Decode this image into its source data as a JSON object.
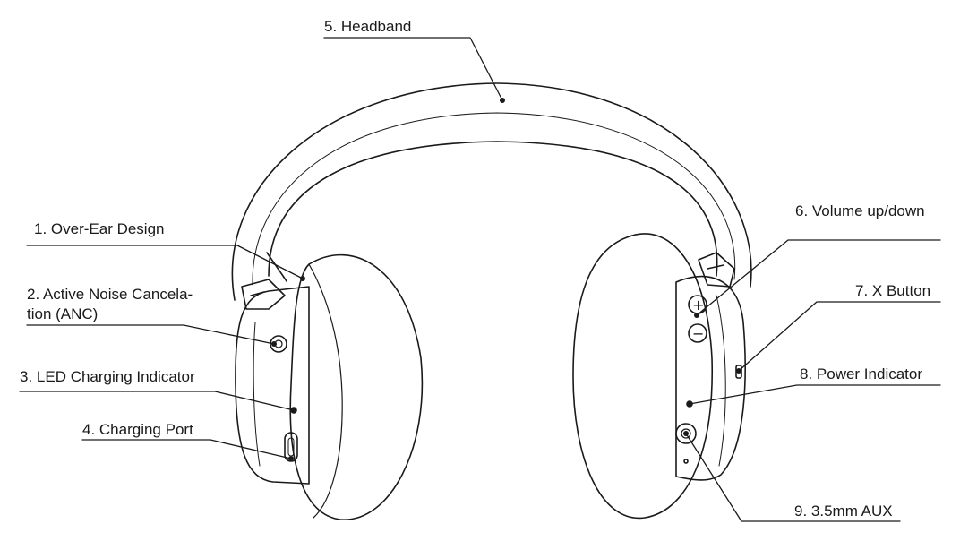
{
  "labels": {
    "over_ear": "1. Over-Ear Design",
    "anc_line1": "2. Active Noise Cancela-",
    "anc_line2": "tion (ANC)",
    "led": "3. LED Charging Indicator",
    "charging_port": "4. Charging Port",
    "headband": "5. Headband",
    "volume": "6. Volume up/down",
    "x_button": "7. X Button",
    "power_indicator": "8. Power Indicator",
    "aux": "9. 3.5mm AUX"
  },
  "glyphs": {
    "plus": "+",
    "minus": "−"
  }
}
